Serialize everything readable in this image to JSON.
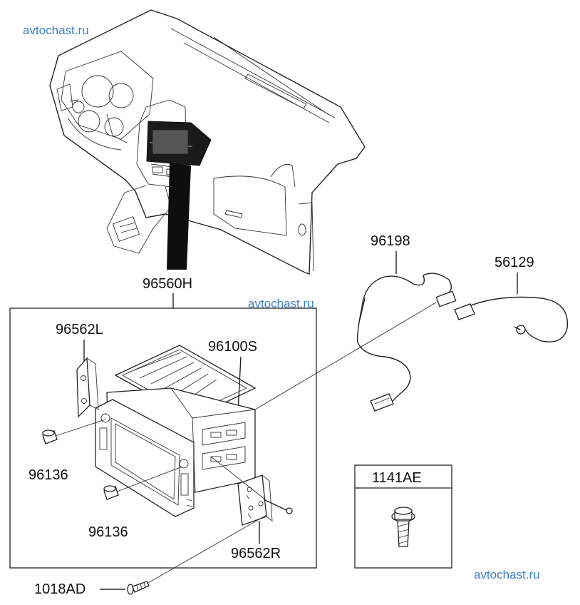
{
  "watermark": "avtochast.ru",
  "colors": {
    "watermark": "#3d7fc8",
    "lines": "#222222",
    "background": "#ffffff"
  },
  "labels": {
    "assembly": "96560H",
    "bracket_left": "96562L",
    "bracket_right": "96562R",
    "head_unit": "96100S",
    "knob_upper": "96136",
    "knob_lower": "96136",
    "screw": "1018AD",
    "harness_main": "96198",
    "harness_antenna": "56129"
  },
  "inset": {
    "title": "1141AE"
  }
}
